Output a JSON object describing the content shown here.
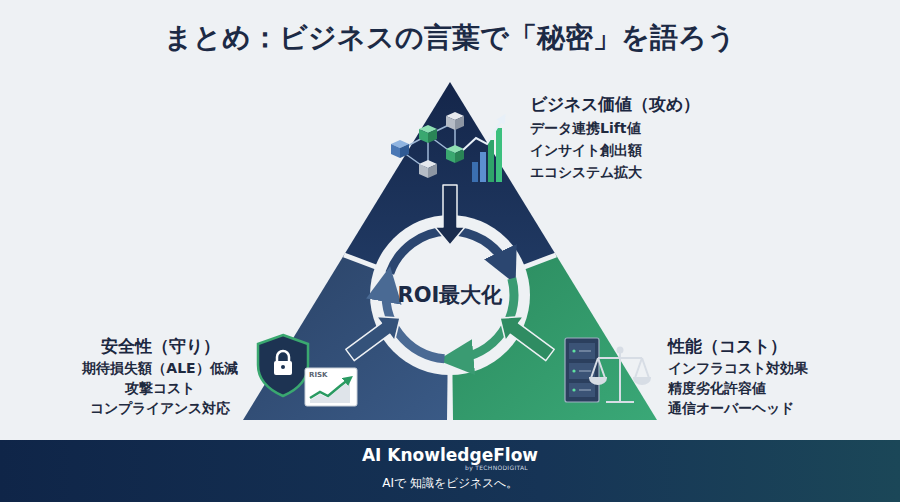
{
  "diagram": {
    "title": "まとめ：ビジネスの言葉で「秘密」を語ろう",
    "nodes": [
      {
        "text": [
          "ビジネス価値（攻め）",
          "データ連携Lift値",
          "インサイト創出額",
          "エコシステム拡大"
        ]
      },
      {
        "text": [
          "ROI最大化"
        ]
      },
      {
        "text": [
          "安全性（守り）",
          "期待損失額（ALE）低減",
          "攻撃コスト",
          "コンプライアンス対応"
        ]
      },
      {
        "text": [
          "性能（コスト）",
          "インフラコスト対効果",
          "精度劣化許容値",
          "通信オーバーヘッド"
        ]
      },
      {
        "text": [
          "AI KnowledgeFlow",
          "by TECHNODIGITAL",
          "AIで 知識をビジネスへ。"
        ]
      }
    ],
    "edges": [
      {
        "from": 0,
        "to": 1,
        "arrow": "to"
      },
      {
        "from": 2,
        "to": 1,
        "arrow": "to"
      },
      {
        "from": 3,
        "to": 1,
        "arrow": "to"
      }
    ],
    "labels": [
      "RISK"
    ]
  }
}
